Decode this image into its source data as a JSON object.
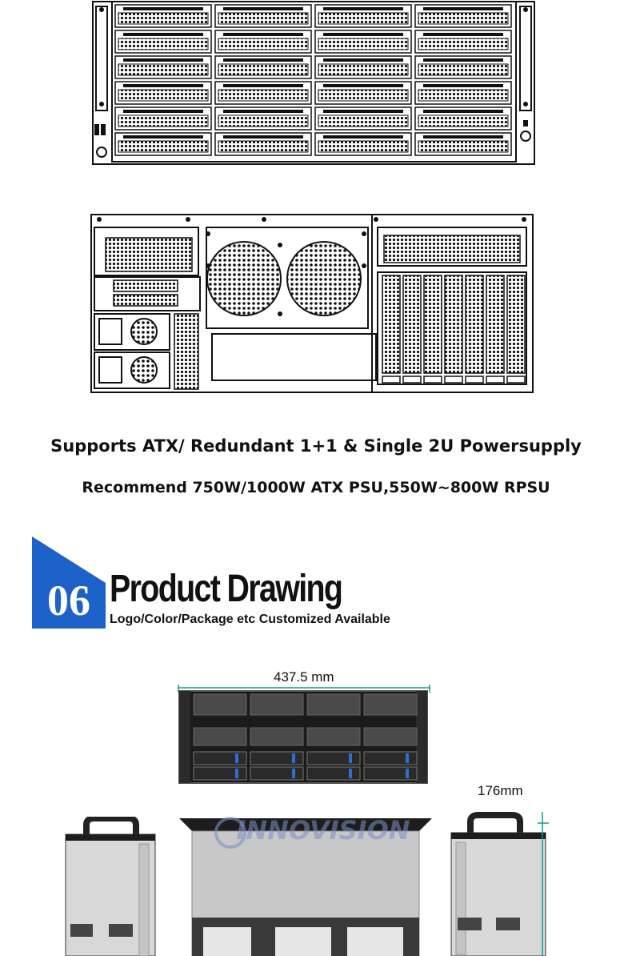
{
  "captions": {
    "line1": "Supports ATX/ Redundant 1+1 & Single 2U Powersupply",
    "line2": "Recommend 750W/1000W ATX PSU,550W~800W RPSU"
  },
  "section": {
    "number": "06",
    "title": "Product Drawing",
    "subtitle": "Logo/Color/Package etc Customized Available",
    "accent_color": "#1c62c8"
  },
  "dimensions": {
    "width_label": "437.5 mm",
    "depth_label": "176mm"
  },
  "watermark": {
    "brand": "INNOVISION"
  }
}
